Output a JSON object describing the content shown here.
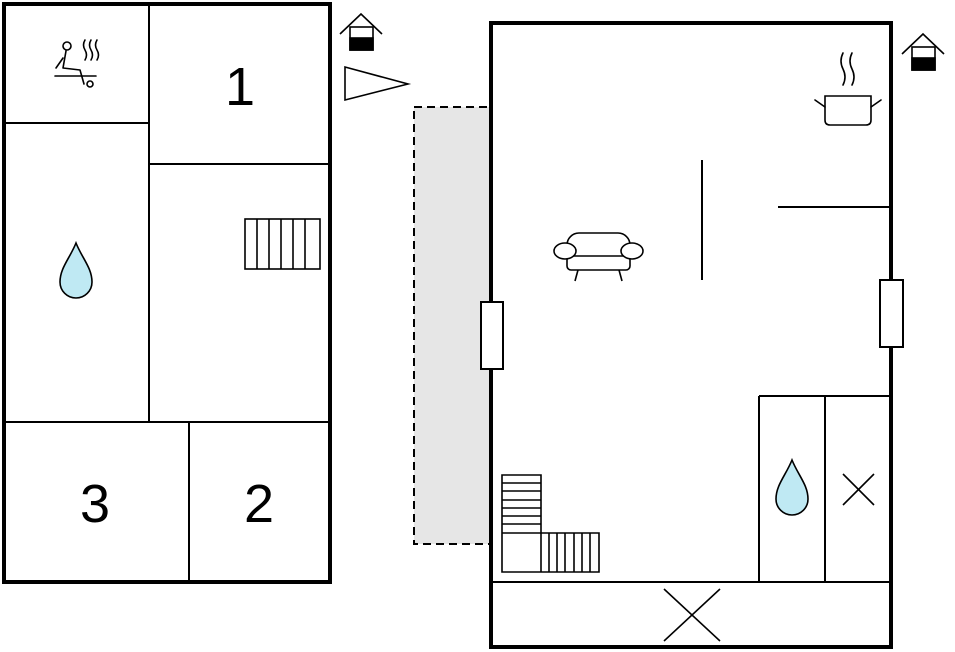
{
  "floorplan": {
    "left_floor": {
      "rooms": [
        {
          "label": "1",
          "icon": "none"
        },
        {
          "label": "2",
          "icon": "none"
        },
        {
          "label": "3",
          "icon": "none"
        },
        {
          "label": "",
          "icon": "sauna-icon"
        },
        {
          "label": "",
          "icon": "water-drop-icon"
        }
      ],
      "floor_marker_icon": "house-ground-floor-icon"
    },
    "right_floor": {
      "floor_marker_icon": "house-upper-floor-icon",
      "icons": [
        "sofa-icon",
        "cooking-pot-icon",
        "water-drop-icon",
        "staircase-icon",
        "cross-icon"
      ]
    },
    "colors": {
      "wall": "#000000",
      "water": "#bfe9f3",
      "terrace": "#e6e6e6"
    }
  }
}
